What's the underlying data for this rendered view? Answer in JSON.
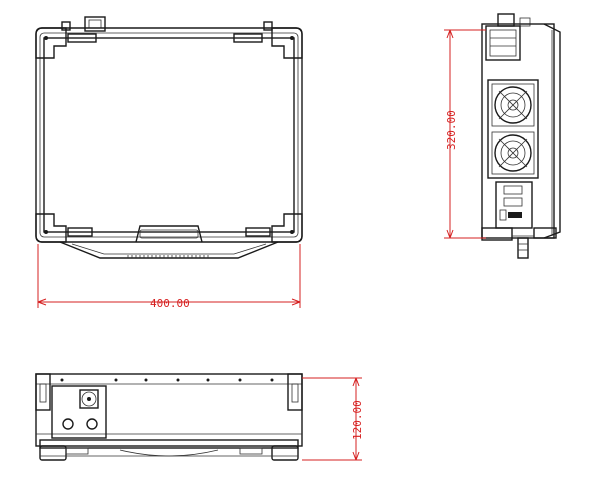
{
  "dimensions": {
    "width": "400.00",
    "height": "320.00",
    "depth": "120.00"
  },
  "colors": {
    "outline": "#1a1a1a",
    "dimension": "#d62020",
    "background": "#ffffff"
  }
}
